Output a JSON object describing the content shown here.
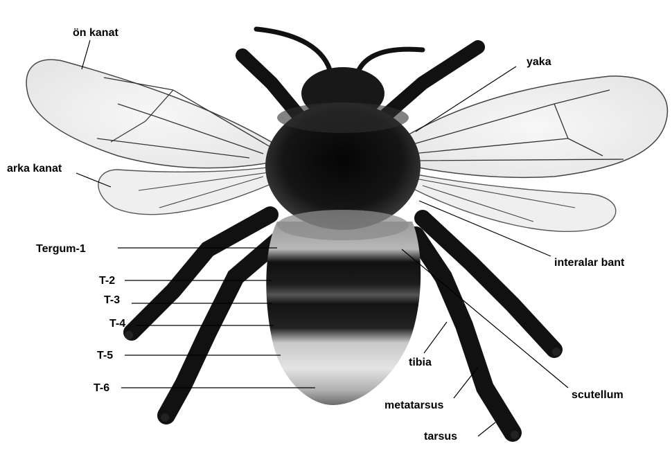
{
  "diagram": {
    "subject": "bumblebee-dorsal-view",
    "colors": {
      "ink": "#000000",
      "body_dark": "#121212",
      "hair_mid": "#6a6a6a",
      "hair_light": "#d8d8d8",
      "wing": "#f2f2f2",
      "background": "#ffffff"
    },
    "labels": {
      "on_kanat": "ön kanat",
      "arka_kanat": "arka kanat",
      "yaka": "yaka",
      "interalar_bant": "interalar bant",
      "tergum_1": "Tergum-1",
      "t2": "T-2",
      "t3": "T-3",
      "t4": "T-4",
      "t5": "T-5",
      "t6": "T-6",
      "tibia": "tibia",
      "metatarsus": "metatarsus",
      "scutellum": "scutellum",
      "tarsus": "tarsus"
    }
  }
}
